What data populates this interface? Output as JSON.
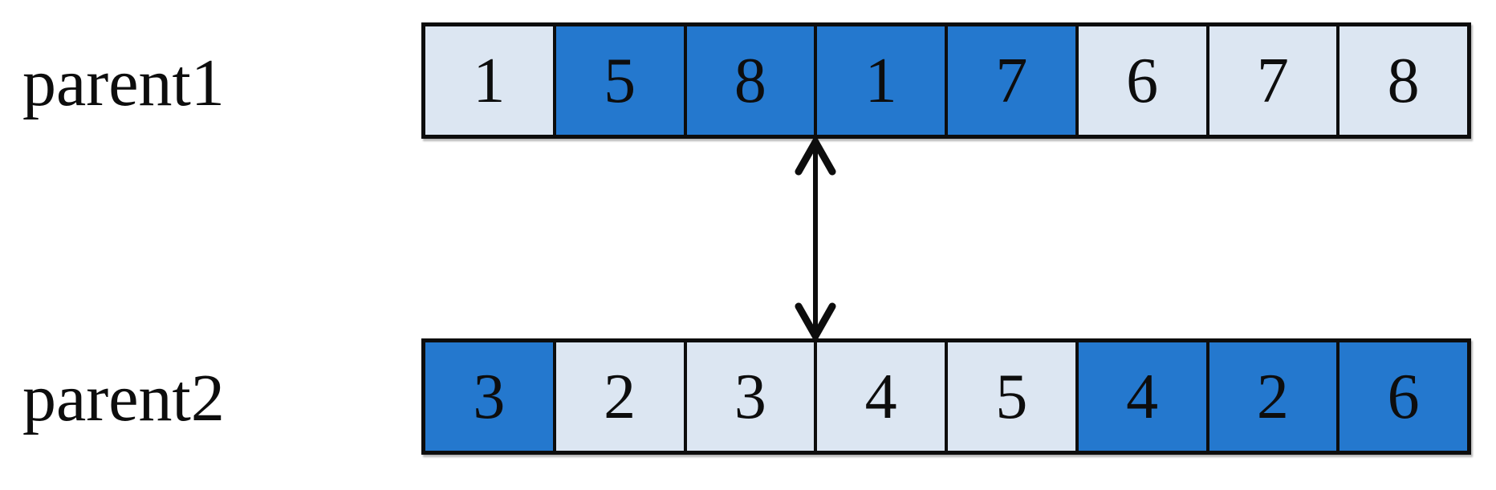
{
  "diagram": {
    "description": "two-parent chromosome crossover illustration",
    "rows": [
      {
        "label": "parent1",
        "cells": [
          {
            "value": "1",
            "shade": "light"
          },
          {
            "value": "5",
            "shade": "dark"
          },
          {
            "value": "8",
            "shade": "dark"
          },
          {
            "value": "1",
            "shade": "dark"
          },
          {
            "value": "7",
            "shade": "dark"
          },
          {
            "value": "6",
            "shade": "light"
          },
          {
            "value": "7",
            "shade": "light"
          },
          {
            "value": "8",
            "shade": "light"
          }
        ]
      },
      {
        "label": "parent2",
        "cells": [
          {
            "value": "3",
            "shade": "dark"
          },
          {
            "value": "2",
            "shade": "light"
          },
          {
            "value": "3",
            "shade": "light"
          },
          {
            "value": "4",
            "shade": "light"
          },
          {
            "value": "5",
            "shade": "light"
          },
          {
            "value": "4",
            "shade": "dark"
          },
          {
            "value": "2",
            "shade": "dark"
          },
          {
            "value": "6",
            "shade": "dark"
          }
        ]
      }
    ],
    "arrow": {
      "type": "double-headed-vertical",
      "connects": "parent1-row to parent2-row"
    },
    "colors": {
      "dark_cell": "#2478ce",
      "light_cell": "#dce6f2",
      "border": "#0d0d0d",
      "arrow": "#0d0d0d",
      "text": "#0d0d0d",
      "background": "#ffffff"
    }
  }
}
